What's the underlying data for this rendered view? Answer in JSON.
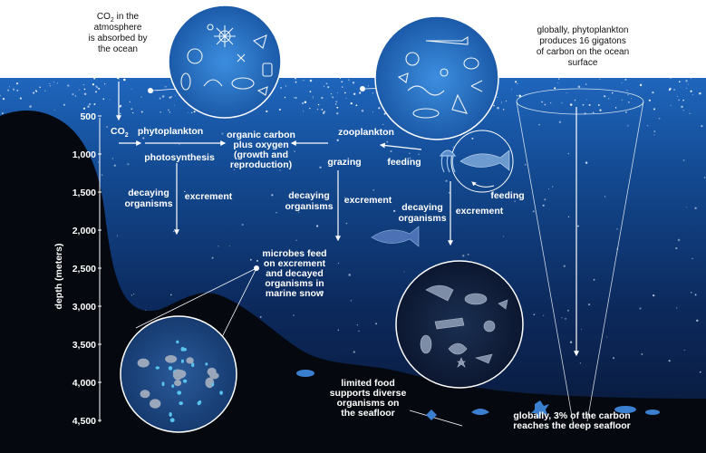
{
  "colors": {
    "sky": "#ffffff",
    "ocean_top": "#1e63b8",
    "ocean_deep": "#0a1a3d",
    "seafloor": "#060a12",
    "label": "#ffffff",
    "arrow": "#ffffff",
    "circle_fill": "#2f7fd0",
    "circle_dark": "#0f1c33"
  },
  "top_left_note": {
    "sub": "2",
    "lines": [
      "CO",
      "in the",
      "atmosphere",
      "is absorbed by",
      "the ocean"
    ]
  },
  "top_right_note": [
    "globally, phytoplankton",
    "produces 16 gigatons",
    "of carbon on the ocean",
    "surface"
  ],
  "process": {
    "co2": "CO",
    "co2_sub": "2",
    "phytoplankton": "phytoplankton",
    "photosynthesis": "photosynthesis",
    "organic_carbon": [
      "organic carbon",
      "plus oxygen",
      "(growth and",
      "reproduction)"
    ],
    "zooplankton": "zooplankton",
    "grazing": "grazing",
    "feeding_1": "feeding",
    "feeding_2": "feeding",
    "decaying_1": [
      "decaying",
      "organisms"
    ],
    "excrement_1": "excrement",
    "decaying_2": [
      "decaying",
      "organisms"
    ],
    "excrement_2": "excrement",
    "decaying_3": [
      "decaying",
      "organisms"
    ],
    "excrement_3": "excrement",
    "microbes": [
      "microbes feed",
      "on excrement",
      "and decayed",
      "organisms in",
      "marine snow"
    ],
    "seafloor_food": [
      "limited food",
      "supports diverse",
      "organisms on",
      "the seafloor"
    ],
    "deep_carbon": [
      "globally, 3% of the carbon",
      "reaches the deep seafloor"
    ]
  },
  "depth_axis": {
    "label": "depth (meters)",
    "ticks": [
      "500",
      "1,000",
      "1,500",
      "2,000",
      "2,500",
      "3,000",
      "3,500",
      "4,000",
      "4,500"
    ]
  }
}
